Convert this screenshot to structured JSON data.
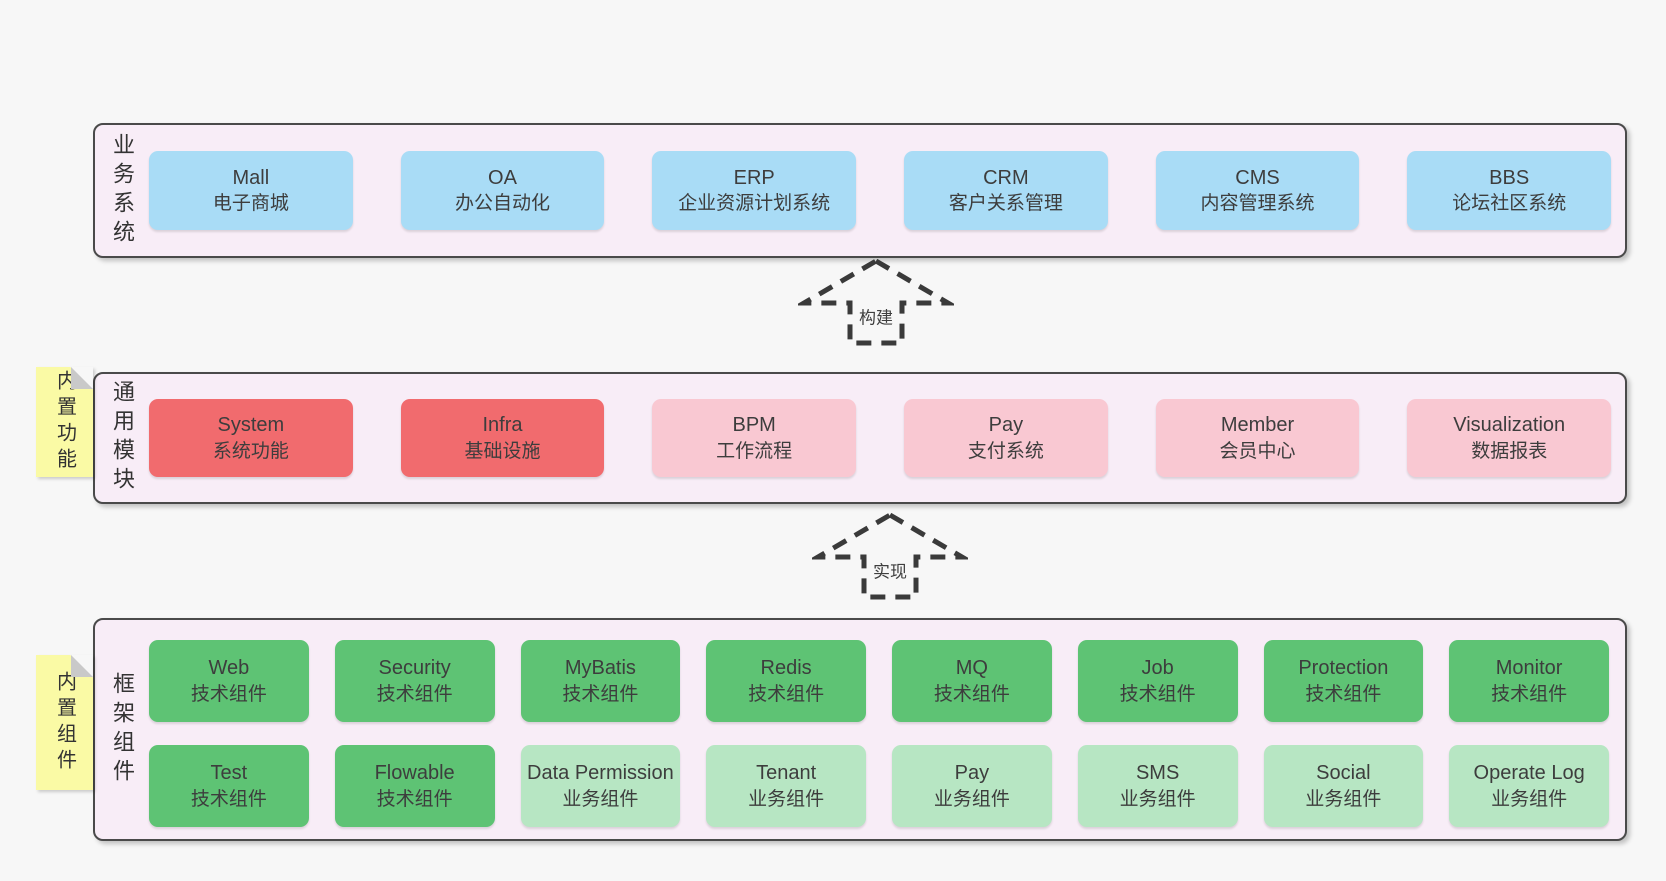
{
  "colors": {
    "page_bg": "#f7f7f7",
    "container_bg": "#f8edf7",
    "container_border": "#4a4a4a",
    "business_system_box": "#a9dcf6",
    "core_module_box": "#f16b6e",
    "extension_module_box": "#f9c8d2",
    "tech_component_box": "#5ec374",
    "biz_component_box": "#b7e6c3",
    "note_bg": "#fafaa5",
    "note_fold": "#c9c9c9"
  },
  "sections": {
    "business": {
      "label": "业务系统",
      "boxes": [
        {
          "name": "Mall",
          "desc": "电子商城"
        },
        {
          "name": "OA",
          "desc": "办公自动化"
        },
        {
          "name": "ERP",
          "desc": "企业资源计划系统"
        },
        {
          "name": "CRM",
          "desc": "客户关系管理"
        },
        {
          "name": "CMS",
          "desc": "内容管理系统"
        },
        {
          "name": "BBS",
          "desc": "论坛社区系统"
        }
      ]
    },
    "modules": {
      "label": "通用模块",
      "note": "内置功能",
      "boxes": [
        {
          "name": "System",
          "desc": "系统功能"
        },
        {
          "name": "Infra",
          "desc": "基础设施"
        },
        {
          "name": "BPM",
          "desc": "工作流程"
        },
        {
          "name": "Pay",
          "desc": "支付系统"
        },
        {
          "name": "Member",
          "desc": "会员中心"
        },
        {
          "name": "Visualization",
          "desc": "数据报表"
        }
      ]
    },
    "framework": {
      "label": "框架组件",
      "note": "内置组件",
      "rows": [
        [
          {
            "name": "Web",
            "desc": "技术组件"
          },
          {
            "name": "Security",
            "desc": "技术组件"
          },
          {
            "name": "MyBatis",
            "desc": "技术组件"
          },
          {
            "name": "Redis",
            "desc": "技术组件"
          },
          {
            "name": "MQ",
            "desc": "技术组件"
          },
          {
            "name": "Job",
            "desc": "技术组件"
          },
          {
            "name": "Protection",
            "desc": "技术组件"
          },
          {
            "name": "Monitor",
            "desc": "技术组件"
          }
        ],
        [
          {
            "name": "Test",
            "desc": "技术组件"
          },
          {
            "name": "Flowable",
            "desc": "技术组件"
          },
          {
            "name": "Data Permission",
            "desc": "业务组件"
          },
          {
            "name": "Tenant",
            "desc": "业务组件"
          },
          {
            "name": "Pay",
            "desc": "业务组件"
          },
          {
            "name": "SMS",
            "desc": "业务组件"
          },
          {
            "name": "Social",
            "desc": "业务组件"
          },
          {
            "name": "Operate Log",
            "desc": "业务组件"
          }
        ]
      ]
    }
  },
  "arrows": {
    "build": {
      "label": "构建"
    },
    "implement": {
      "label": "实现"
    }
  }
}
